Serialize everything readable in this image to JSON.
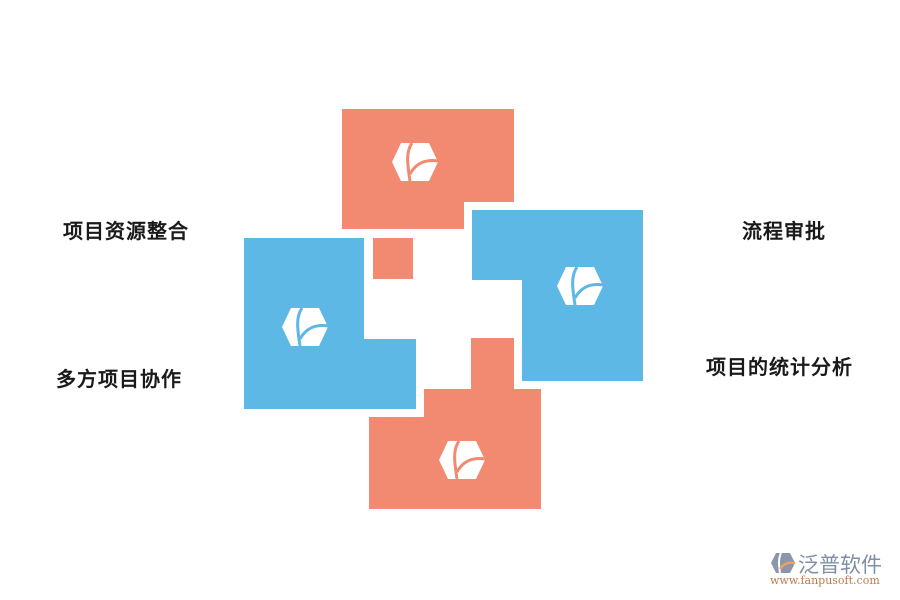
{
  "diagram": {
    "colors": {
      "salmon": "#f18a71",
      "blue": "#5db8e5",
      "text": "#1a1a1a"
    },
    "labels": [
      {
        "id": "top-left",
        "text": "项目资源整合"
      },
      {
        "id": "top-right",
        "text": "流程审批"
      },
      {
        "id": "bottom-left",
        "text": "多方项目协作"
      },
      {
        "id": "bottom-right",
        "text": "项目的统计分析"
      }
    ],
    "icon": "hexagon-leaf-icon"
  },
  "watermark": {
    "brand": "泛普软件",
    "url": "www.fanpusoft.com",
    "icon": "fanpu-logo-icon"
  }
}
